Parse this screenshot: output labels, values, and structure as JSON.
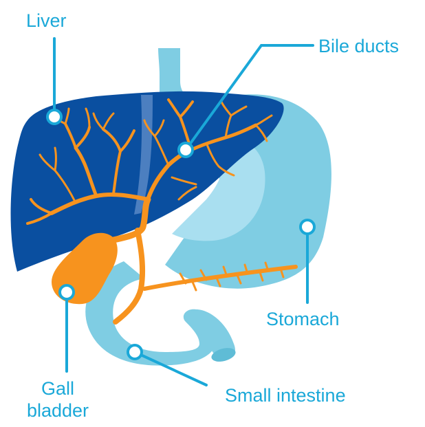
{
  "labels": {
    "liver": "Liver",
    "bile_ducts": "Bile ducts",
    "stomach": "Stomach",
    "small_intestine": "Small intestine",
    "gall_bladder_line1": "Gall",
    "gall_bladder_line2": "bladder"
  },
  "colors": {
    "liver": "#0a4fa0",
    "liver_stripe": "#4c7fc0",
    "stomach": "#7fcde3",
    "stomach_light": "#a9dff0",
    "duct": "#f7931e",
    "label": "#1aa8d8",
    "pointer_line": "#1aa8d8"
  }
}
